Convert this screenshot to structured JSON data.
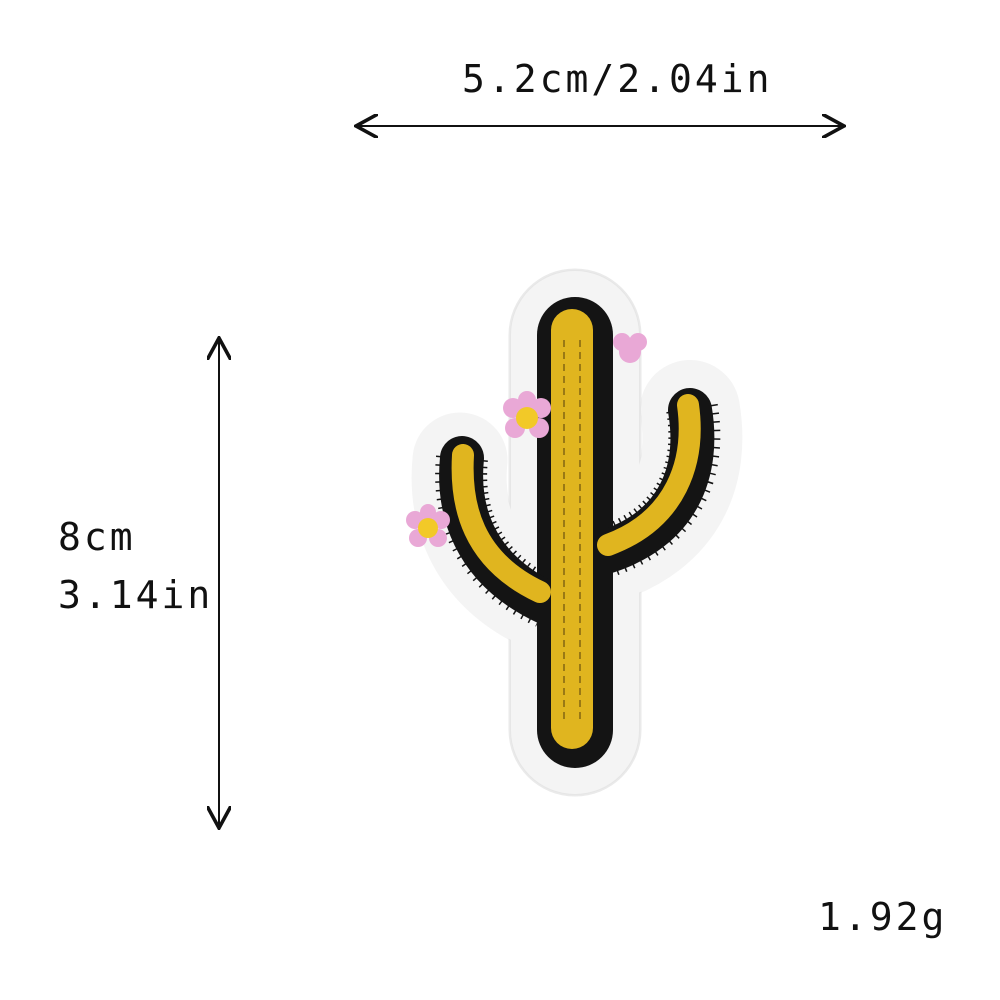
{
  "dimensions": {
    "width_label": "5.2cm/2.04in",
    "height_cm": "8cm",
    "height_in": "3.14in"
  },
  "weight_label": "1.92g",
  "product": {
    "icon": "cactus-patch-icon",
    "colors": {
      "body": "#e0b51f",
      "outline": "#141414",
      "border": "#f4f4f4",
      "flower": "#e9a8d6",
      "flower_center": "#f2c928"
    }
  }
}
